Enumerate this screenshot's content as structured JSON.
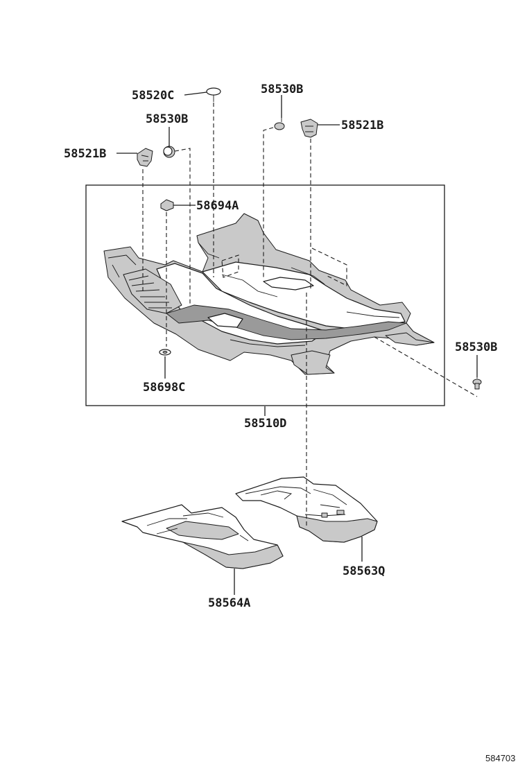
{
  "parts": {
    "p58520C": "58520C",
    "p58530B_left": "58530B",
    "p58530B_top": "58530B",
    "p58530B_right": "58530B",
    "p58521B_left": "58521B",
    "p58521B_right": "58521B",
    "p58694A": "58694A",
    "p58698C": "58698C",
    "p58510D": "58510D",
    "p58563Q": "58563Q",
    "p58564A": "58564A"
  },
  "diagram_ref": "584703"
}
